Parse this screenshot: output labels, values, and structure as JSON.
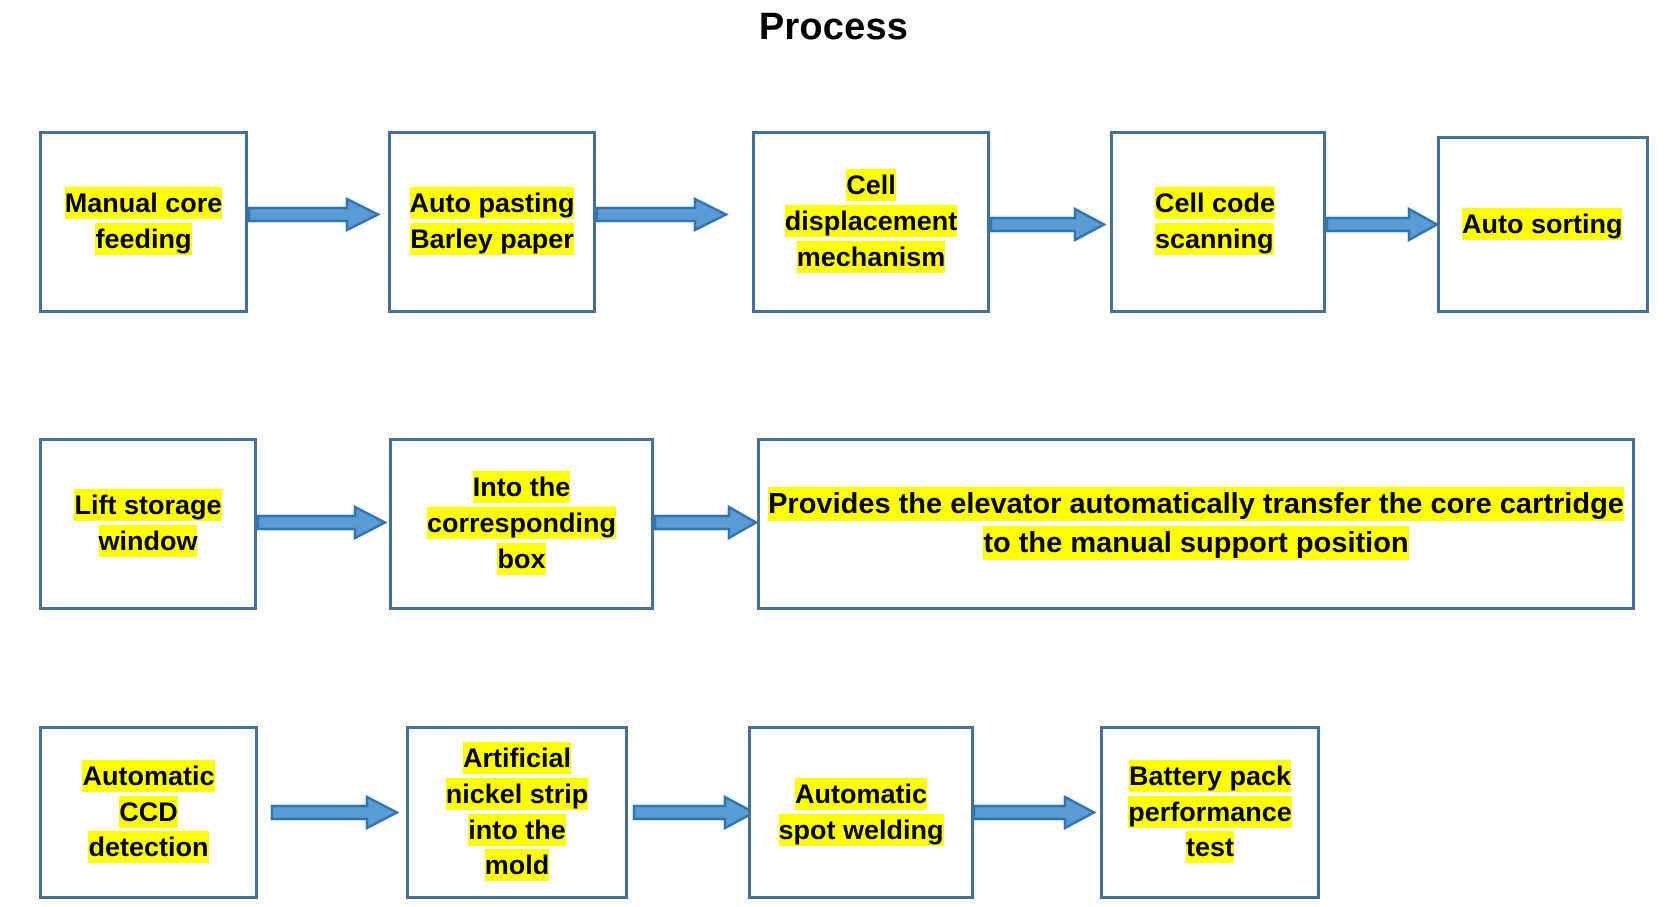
{
  "title": "Process",
  "colors": {
    "box_border": "#41719C",
    "arrow_fill": "#5B9BD5",
    "arrow_stroke": "#2E75B6",
    "highlight": "#FFFF00",
    "text": "#000000",
    "background": "#FFFFFF"
  },
  "diagram": {
    "type": "flowchart",
    "orientation": "left-to-right, wrapped into 3 rows",
    "rows": [
      {
        "row_index": 1,
        "nodes": [
          {
            "id": "n1",
            "label": "Manual core\nfeeding",
            "align": "center"
          },
          {
            "id": "n2",
            "label": "Auto pasting\nBarley paper",
            "align": "center"
          },
          {
            "id": "n3",
            "label": "Cell\ndisplacement\nmechanism",
            "align": "center"
          },
          {
            "id": "n4",
            "label": "Cell code\nscanning",
            "align": "left"
          },
          {
            "id": "n5",
            "label": "Auto sorting",
            "align": "left"
          }
        ]
      },
      {
        "row_index": 2,
        "nodes": [
          {
            "id": "n6",
            "label": "Lift storage\nwindow",
            "align": "center"
          },
          {
            "id": "n7",
            "label": "Into the\ncorresponding\nbox",
            "align": "center"
          },
          {
            "id": "n8",
            "label": "Provides the elevator automatically transfer the core cartridge\nto the manual support position",
            "align": "center"
          }
        ]
      },
      {
        "row_index": 3,
        "nodes": [
          {
            "id": "n9",
            "label": "Automatic\nCCD\ndetection",
            "align": "center"
          },
          {
            "id": "n10",
            "label": "Artificial\nnickel strip\ninto the\nmold",
            "align": "center"
          },
          {
            "id": "n11",
            "label": "Automatic\nspot welding",
            "align": "center"
          },
          {
            "id": "n12",
            "label": "Battery pack\nperformance\ntest",
            "align": "center"
          }
        ]
      }
    ],
    "connectors": [
      {
        "from": "n1",
        "to": "n2"
      },
      {
        "from": "n2",
        "to": "n3"
      },
      {
        "from": "n3",
        "to": "n4"
      },
      {
        "from": "n4",
        "to": "n5"
      },
      {
        "from": "n6",
        "to": "n7"
      },
      {
        "from": "n7",
        "to": "n8"
      },
      {
        "from": "n9",
        "to": "n10"
      },
      {
        "from": "n10",
        "to": "n11"
      },
      {
        "from": "n11",
        "to": "n12"
      }
    ]
  }
}
